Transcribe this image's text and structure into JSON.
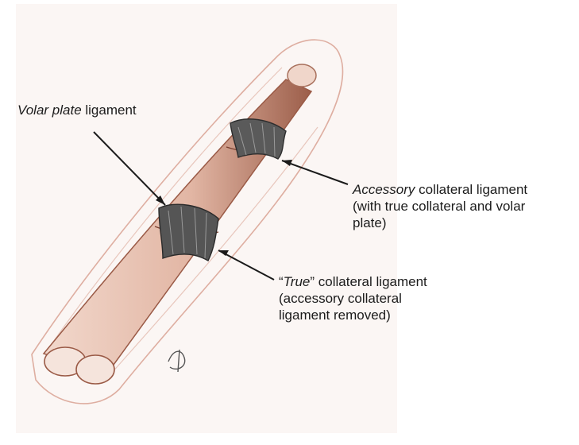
{
  "labels": {
    "volar_plate": {
      "italic": "Volar plate",
      "rest": " ligament"
    },
    "accessory": {
      "italic": "Accessory",
      "rest": " collateral ligament",
      "line2": "(with true collateral and volar",
      "line3": "plate)"
    },
    "true_collateral": {
      "quote_open": "“",
      "italic": "True",
      "quote_close_rest": "” collateral ligament",
      "line2": "(accessory collateral",
      "line3": "ligament removed)"
    }
  },
  "colors": {
    "skin_outline": "#d79c8c",
    "bone_fill": "#e7c3b3",
    "bone_shade": "#a86a55",
    "ligament": "#4d4d4d",
    "arrow": "#1a1a1a",
    "text": "#1c1c1c"
  }
}
